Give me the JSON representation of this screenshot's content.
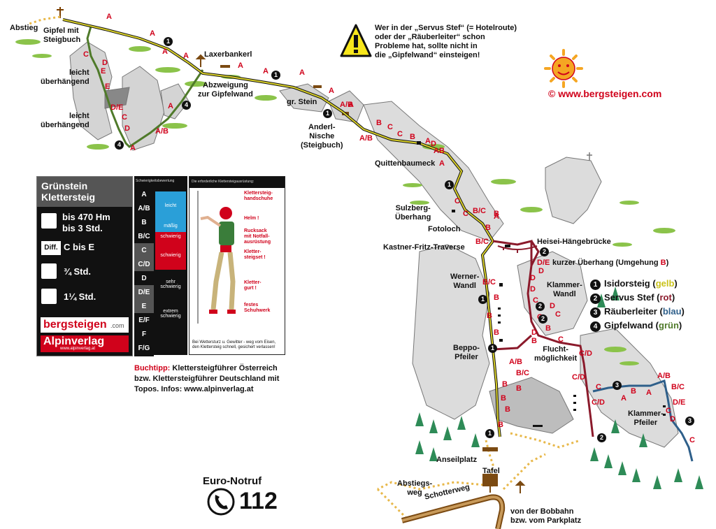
{
  "map": {
    "peak_labels": {
      "gipfel": "Gipfel mit\nSteigbuch",
      "abstieg_top": "Abstieg",
      "laxerbankerl": "Laxerbankerl",
      "abzweigung": "Abzweigung\nzur Gipfelwand",
      "leicht1": "leicht\nüberhängend",
      "leicht2": "leicht\nüberhängend",
      "gr_stein": "gr. Stein",
      "anderl": "Anderl-\nNische\n(Steigbuch)",
      "quittenbaumeck": "Quittenbaumeck",
      "sulzberg": "Sulzberg-\nÜberhang",
      "fotoloch": "Fotoloch",
      "kastner": "Kastner-Fritz-Traverse",
      "heisei": "Heisei-Hängebrücke",
      "kurzer": "kurzer Überhang (Umgehung ",
      "kurzer_b": "B",
      "kurzer_end": ")",
      "werner": "Werner-\nWandl",
      "klammer_wandl": "Klammer-\nWandl",
      "beppo": "Beppo-\nPfeiler",
      "flucht": "Flucht-\nmöglichkeit",
      "klammer_pfeiler": "Klammer-\nPfeiler",
      "anseilplatz": "Anseilplatz",
      "tafel": "Tafel",
      "abstiegsweg": "Abstiegs-\nweg",
      "schotterweg": "Schotterweg",
      "bobbahn": "von der Bobbahn\nbzw. vom Parkplatz"
    },
    "warning": {
      "line1": "Wer in der „Servus Stef“ (=  Hotelroute)",
      "line2": "oder der „Räuberleiter“ schon",
      "line3": "Probleme hat, sollte nicht in",
      "line4": "die „Gipfelwand“ einsteigen!"
    },
    "copyright": "©  www.bergsteigen.com",
    "grades": [
      {
        "t": "A",
        "id": "g1"
      },
      {
        "t": "A",
        "id": "g2"
      },
      {
        "t": "A",
        "id": "g3"
      },
      {
        "t": "A",
        "id": "g4"
      },
      {
        "t": "A",
        "id": "g5"
      },
      {
        "t": "A",
        "id": "g6"
      },
      {
        "t": "A",
        "id": "g7"
      },
      {
        "t": "A",
        "id": "g8"
      },
      {
        "t": "C",
        "id": "g9"
      },
      {
        "t": "D",
        "id": "g10"
      },
      {
        "t": "E",
        "id": "g11"
      },
      {
        "t": "E",
        "id": "g12"
      },
      {
        "t": "D/E",
        "id": "g13"
      },
      {
        "t": "C",
        "id": "g14"
      },
      {
        "t": "D",
        "id": "g15"
      },
      {
        "t": "A/B",
        "id": "g16"
      },
      {
        "t": "A",
        "id": "g17"
      },
      {
        "t": "A",
        "id": "g18"
      },
      {
        "t": "A",
        "id": "g19"
      },
      {
        "t": "A/B",
        "id": "g20"
      },
      {
        "t": "B",
        "id": "g21"
      },
      {
        "t": "C",
        "id": "g22"
      },
      {
        "t": "C",
        "id": "g23"
      },
      {
        "t": "A/B",
        "id": "g24"
      },
      {
        "t": "B",
        "id": "g25"
      },
      {
        "t": "A",
        "id": "g26"
      },
      {
        "t": "A",
        "id": "g27"
      },
      {
        "t": "A",
        "id": "g28"
      },
      {
        "t": "C",
        "id": "g29"
      },
      {
        "t": "B/C",
        "id": "g30"
      },
      {
        "t": "A",
        "id": "g31"
      },
      {
        "t": "B",
        "id": "g32"
      },
      {
        "t": "B/C",
        "id": "g33"
      },
      {
        "t": "B/C",
        "id": "g34"
      },
      {
        "t": "B",
        "id": "g35"
      },
      {
        "t": "B",
        "id": "g36"
      },
      {
        "t": "B",
        "id": "g37"
      },
      {
        "t": "D",
        "id": "g38"
      },
      {
        "t": "D",
        "id": "g39"
      },
      {
        "t": "C",
        "id": "g40"
      },
      {
        "t": "D",
        "id": "g41"
      },
      {
        "t": "C",
        "id": "g42"
      },
      {
        "t": "B",
        "id": "g43"
      },
      {
        "t": "C",
        "id": "g44"
      },
      {
        "t": "B",
        "id": "g45"
      },
      {
        "t": "A/B",
        "id": "g46"
      },
      {
        "t": "B/C",
        "id": "g47"
      },
      {
        "t": "B",
        "id": "g48"
      },
      {
        "t": "C/D",
        "id": "g49"
      },
      {
        "t": "C/D",
        "id": "g50"
      },
      {
        "t": "C",
        "id": "g51"
      },
      {
        "t": "C/D",
        "id": "g52"
      },
      {
        "t": "A",
        "id": "g53"
      },
      {
        "t": "B",
        "id": "g54"
      },
      {
        "t": "A",
        "id": "g55"
      },
      {
        "t": "A/B",
        "id": "g56"
      },
      {
        "t": "B/C",
        "id": "g57"
      },
      {
        "t": "D/E",
        "id": "g58"
      },
      {
        "t": "D",
        "id": "g59"
      },
      {
        "t": "C",
        "id": "g60"
      },
      {
        "t": "C",
        "id": "g61"
      },
      {
        "t": "B",
        "id": "g62"
      },
      {
        "t": "B",
        "id": "g63"
      },
      {
        "t": "B",
        "id": "g64"
      },
      {
        "t": "B",
        "id": "g65"
      },
      {
        "t": "B",
        "id": "g66"
      },
      {
        "t": "D",
        "id": "g67"
      },
      {
        "t": "D/E",
        "id": "g68"
      },
      {
        "t": "C",
        "id": "g69"
      },
      {
        "t": "D",
        "id": "g70"
      },
      {
        "t": "B",
        "id": "g71"
      },
      {
        "t": "C",
        "id": "g72"
      },
      {
        "t": "D",
        "id": "g73"
      }
    ],
    "route_numbers": {
      "n1": "1",
      "n2": "2",
      "n3": "3",
      "n4": "4"
    },
    "colors": {
      "route_yellow": "#c9c21a",
      "route_red": "#8b1a2b",
      "route_blue": "#2e5f8a",
      "route_green": "#4f7a2a",
      "grade_red": "#d0021b",
      "path_dotted": "#e8b84a",
      "rock": "#c8c8c8",
      "grass": "#8bc34a"
    }
  },
  "infobox": {
    "title": "Grünstein\nKlettersteig",
    "hm": "bis 470 Hm",
    "time": "bis 3 Std.",
    "diff_tag": "Diff.",
    "diff_value": "C bis E",
    "approach": "¾ Std.",
    "descent": "1¼ Std.",
    "logo1": "bergsteigen",
    "logo1_suffix": ".com",
    "logo2": "Alpinverlag",
    "logo2_sub": "www.alpinverlag.at"
  },
  "difficulty_table": {
    "header": "Schwierigkeitsbewertung",
    "equip_header": "Die erforderliche Klettersteigausrüstung:",
    "grades": [
      "A",
      "A/B",
      "B",
      "B/C",
      "C",
      "C/D",
      "D",
      "D/E",
      "E",
      "E/F",
      "F",
      "F/G"
    ],
    "levels": {
      "leicht": "leicht",
      "maessig": "mäßig",
      "schwierig1": "schwierig",
      "schwierig2": "schwierig",
      "sehr": "sehr\nschwierig",
      "extrem": "extrem\nschwierig"
    },
    "equipment": [
      "Klettersteig-\nhandschuhe",
      "Helm !",
      "Rucksack\nmit Notfall-\nausrüstung",
      "Kletter-\nsteigset !",
      "Kletter-\ngurt !",
      "festes\nSchuhwerk"
    ],
    "footer": "Bei Wettersturz u. Gewitter - weg vom Eisen,\nden Klettersteig schnell, gesichert verlassen!"
  },
  "buchtipp": {
    "label": "Buchtipp:",
    "line1": " Klettersteigführer Österreich",
    "line2": "bzw. Klettersteigführer Deutschland mit",
    "line3": "Topos. Infos: www.alpinverlag.at"
  },
  "notruf": {
    "title": "Euro-Notruf",
    "number": "112"
  },
  "legend": {
    "routes": [
      {
        "n": "1",
        "name": "Isidorsteig (",
        "color_word": "gelb",
        "end": ")",
        "color": "#c9c21a"
      },
      {
        "n": "2",
        "name": "Servus Stef (",
        "color_word": "rot",
        "end": ")",
        "color": "#8b1a2b"
      },
      {
        "n": "3",
        "name": "Räuberleiter (",
        "color_word": "blau",
        "end": ")",
        "color": "#2e5f8a"
      },
      {
        "n": "4",
        "name": "Gipfelwand (",
        "color_word": "grün",
        "end": ")",
        "color": "#4f7a2a"
      }
    ]
  }
}
